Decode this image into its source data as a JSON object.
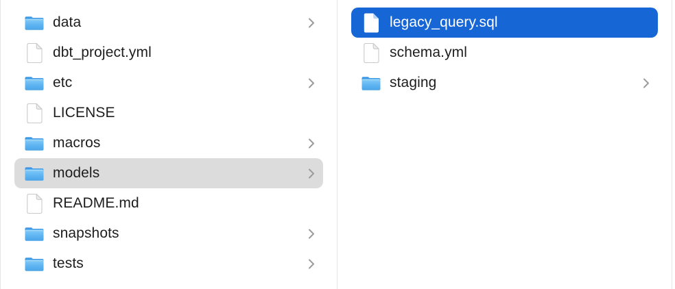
{
  "colors": {
    "selection_active": "#1666d6",
    "selection_inactive": "#dcdcdc",
    "divider": "#e5e5e5",
    "text": "#1d1d1f",
    "text_selected": "#ffffff",
    "chevron": "#9b9b9b",
    "folder_back": "#3f99e6",
    "folder_front_top": "#85ccf7",
    "folder_front_bottom": "#4aa4e9",
    "file_outline": "#c9c9c9"
  },
  "columns": [
    {
      "name": "left",
      "items": [
        {
          "label": "data",
          "type": "folder",
          "chevron": true,
          "selection": "none"
        },
        {
          "label": "dbt_project.yml",
          "type": "file",
          "chevron": false,
          "selection": "none"
        },
        {
          "label": "etc",
          "type": "folder",
          "chevron": true,
          "selection": "none"
        },
        {
          "label": "LICENSE",
          "type": "file",
          "chevron": false,
          "selection": "none"
        },
        {
          "label": "macros",
          "type": "folder",
          "chevron": true,
          "selection": "none"
        },
        {
          "label": "models",
          "type": "folder",
          "chevron": true,
          "selection": "inactive"
        },
        {
          "label": "README.md",
          "type": "file",
          "chevron": false,
          "selection": "none"
        },
        {
          "label": "snapshots",
          "type": "folder",
          "chevron": true,
          "selection": "none"
        },
        {
          "label": "tests",
          "type": "folder",
          "chevron": true,
          "selection": "none"
        }
      ]
    },
    {
      "name": "right",
      "items": [
        {
          "label": "legacy_query.sql",
          "type": "file",
          "chevron": false,
          "selection": "active"
        },
        {
          "label": "schema.yml",
          "type": "file",
          "chevron": false,
          "selection": "none"
        },
        {
          "label": "staging",
          "type": "folder",
          "chevron": true,
          "selection": "none"
        }
      ]
    }
  ]
}
